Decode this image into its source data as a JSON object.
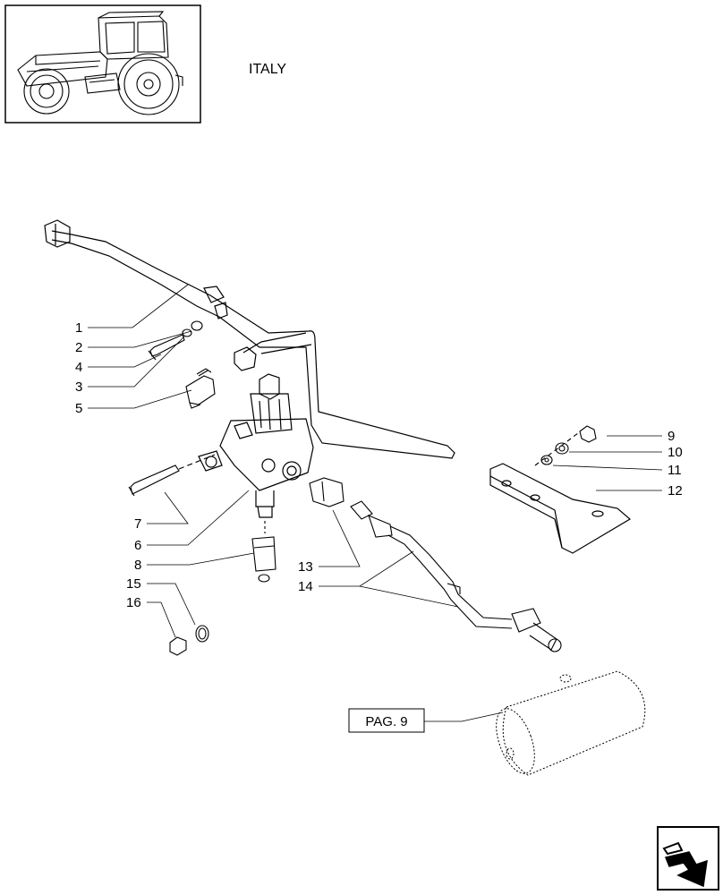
{
  "header": {
    "country": "ITALY"
  },
  "thumbnail": {
    "icon": "tractor-icon"
  },
  "parts": [
    {
      "id": "1",
      "label": "1"
    },
    {
      "id": "2",
      "label": "2"
    },
    {
      "id": "4",
      "label": "4"
    },
    {
      "id": "3",
      "label": "3"
    },
    {
      "id": "5",
      "label": "5"
    },
    {
      "id": "7",
      "label": "7"
    },
    {
      "id": "6",
      "label": "6"
    },
    {
      "id": "8",
      "label": "8"
    },
    {
      "id": "15",
      "label": "15"
    },
    {
      "id": "16",
      "label": "16"
    },
    {
      "id": "13",
      "label": "13"
    },
    {
      "id": "14",
      "label": "14"
    },
    {
      "id": "9",
      "label": "9"
    },
    {
      "id": "10",
      "label": "10"
    },
    {
      "id": "11",
      "label": "11"
    },
    {
      "id": "12",
      "label": "12"
    }
  ],
  "reference": {
    "label": "PAG. 9"
  },
  "navigation": {
    "next_icon": "next-page-arrow-icon"
  }
}
